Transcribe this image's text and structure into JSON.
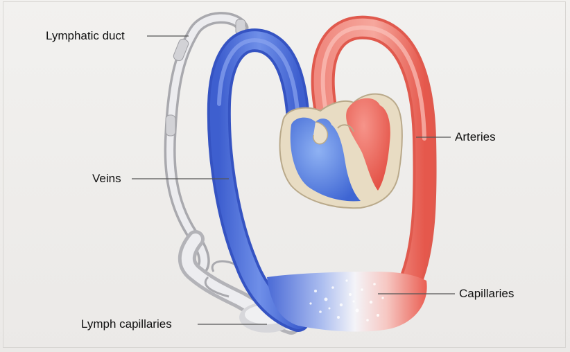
{
  "labels": {
    "lymphatic_duct": "Lymphatic duct",
    "veins": "Veins",
    "arteries": "Arteries",
    "capillaries": "Capillaries",
    "lymph_capillaries": "Lymph capillaries"
  },
  "colors": {
    "vein": "#4f72d9",
    "artery": "#ee6a5e",
    "lymph": "#c9c9cc",
    "heart_wall": "#e8dcc3",
    "leader_line": "#555555"
  }
}
